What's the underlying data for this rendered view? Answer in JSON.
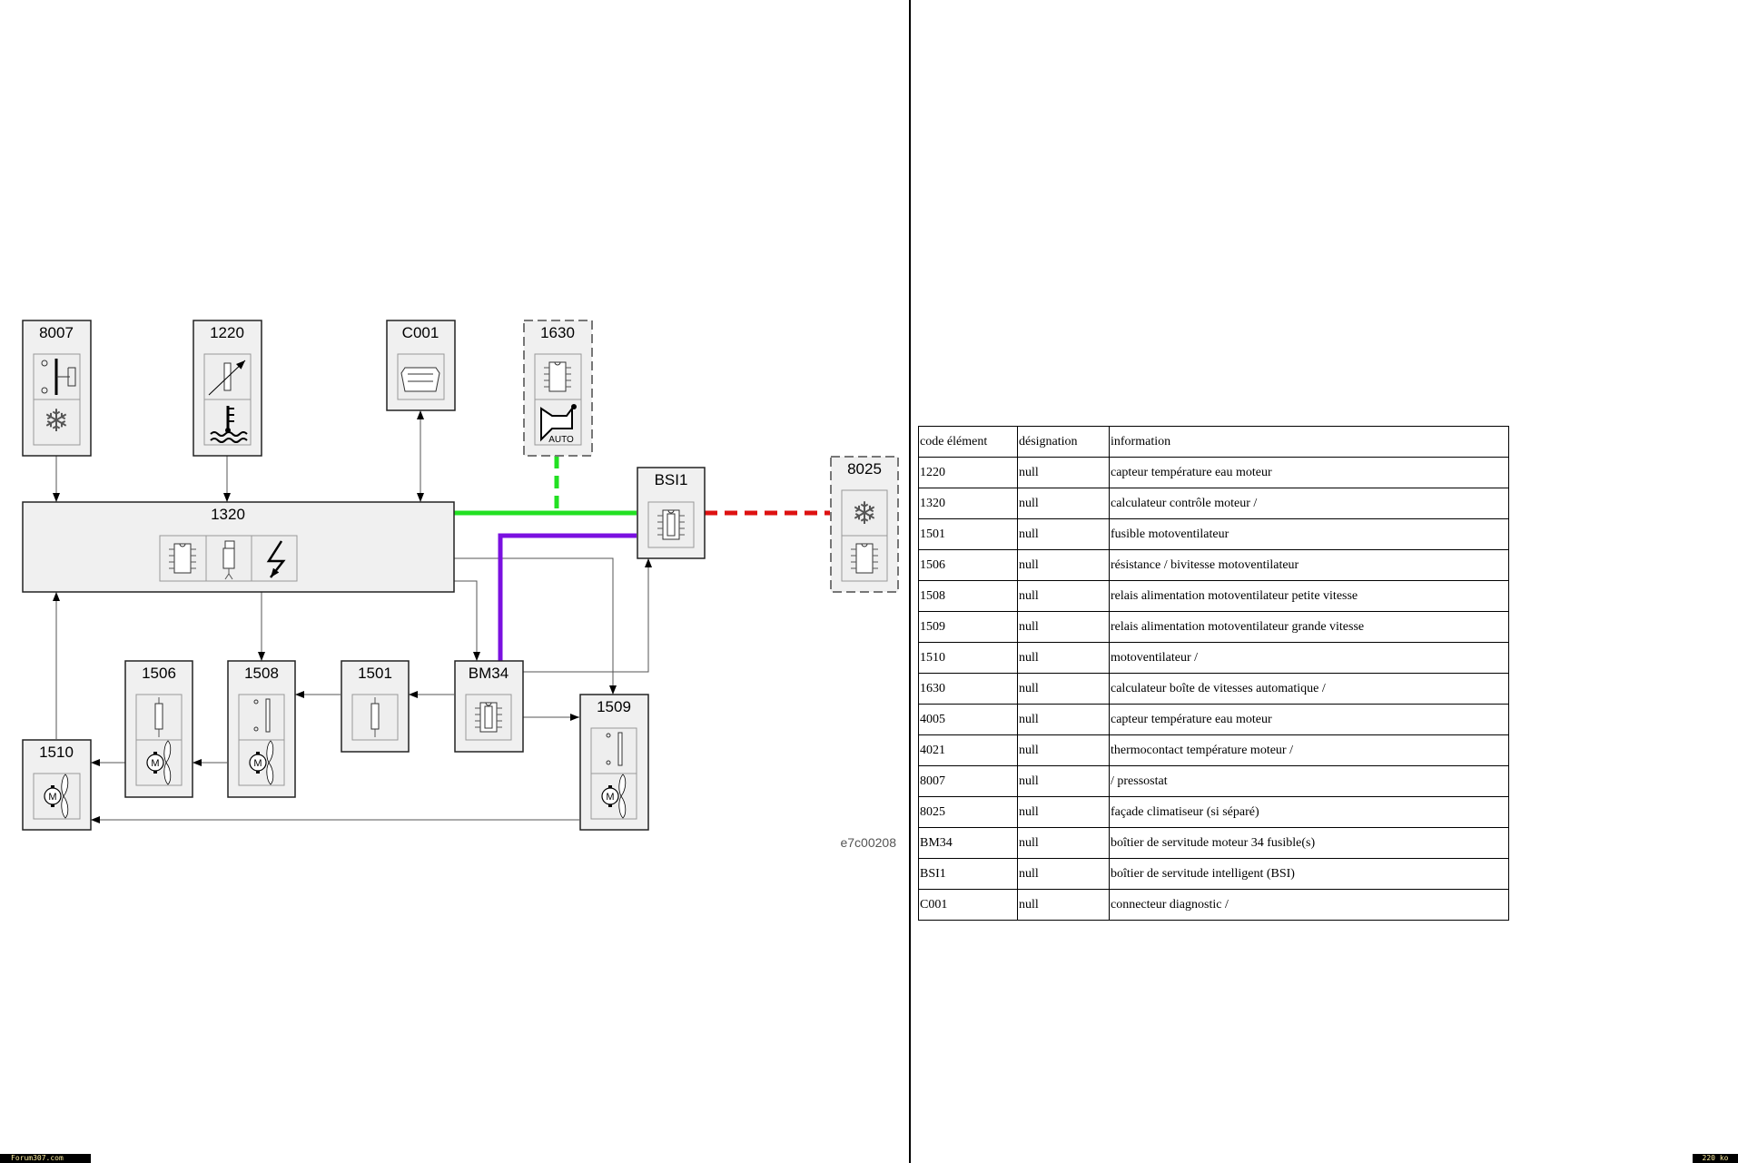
{
  "diagram": {
    "boxes": {
      "b8007": "8007",
      "b1220": "1220",
      "bC001": "C001",
      "b1630": "1630",
      "b1320": "1320",
      "bBSI1": "BSI1",
      "b8025": "8025",
      "b1506": "1506",
      "b1508": "1508",
      "b1501": "1501",
      "bBM34": "BM34",
      "b1509": "1509",
      "b1510": "1510"
    },
    "auto_label": "AUTO",
    "reference": "e7c00208",
    "colors": {
      "can_bus": "#22e022",
      "van_bus": "#dd1111",
      "power": "#7a10e0"
    }
  },
  "table": {
    "headers": [
      "code élément",
      "désignation",
      "information"
    ],
    "rows": [
      [
        "1220",
        "null",
        "capteur température eau moteur"
      ],
      [
        "1320",
        "null",
        "calculateur contrôle moteur /"
      ],
      [
        "1501",
        "null",
        "fusible motoventilateur"
      ],
      [
        "1506",
        "null",
        "résistance / bivitesse motoventilateur"
      ],
      [
        "1508",
        "null",
        "relais alimentation motoventilateur petite vitesse"
      ],
      [
        "1509",
        "null",
        "relais alimentation motoventilateur grande vitesse"
      ],
      [
        "1510",
        "null",
        "motoventilateur /"
      ],
      [
        "1630",
        "null",
        "calculateur boîte de vitesses automatique /"
      ],
      [
        "4005",
        "null",
        "capteur température eau moteur"
      ],
      [
        "4021",
        "null",
        "thermocontact température moteur /"
      ],
      [
        "8007",
        "null",
        "/ pressostat"
      ],
      [
        "8025",
        "null",
        "façade climatiseur (si séparé)"
      ],
      [
        "BM34",
        "null",
        "boîtier de servitude moteur 34 fusible(s)"
      ],
      [
        "BSI1",
        "null",
        "boîtier de servitude intelligent (BSI)"
      ],
      [
        "C001",
        "null",
        "connecteur diagnostic /"
      ]
    ]
  },
  "footer": {
    "site": "Forum307.com",
    "size": "220 ko"
  }
}
